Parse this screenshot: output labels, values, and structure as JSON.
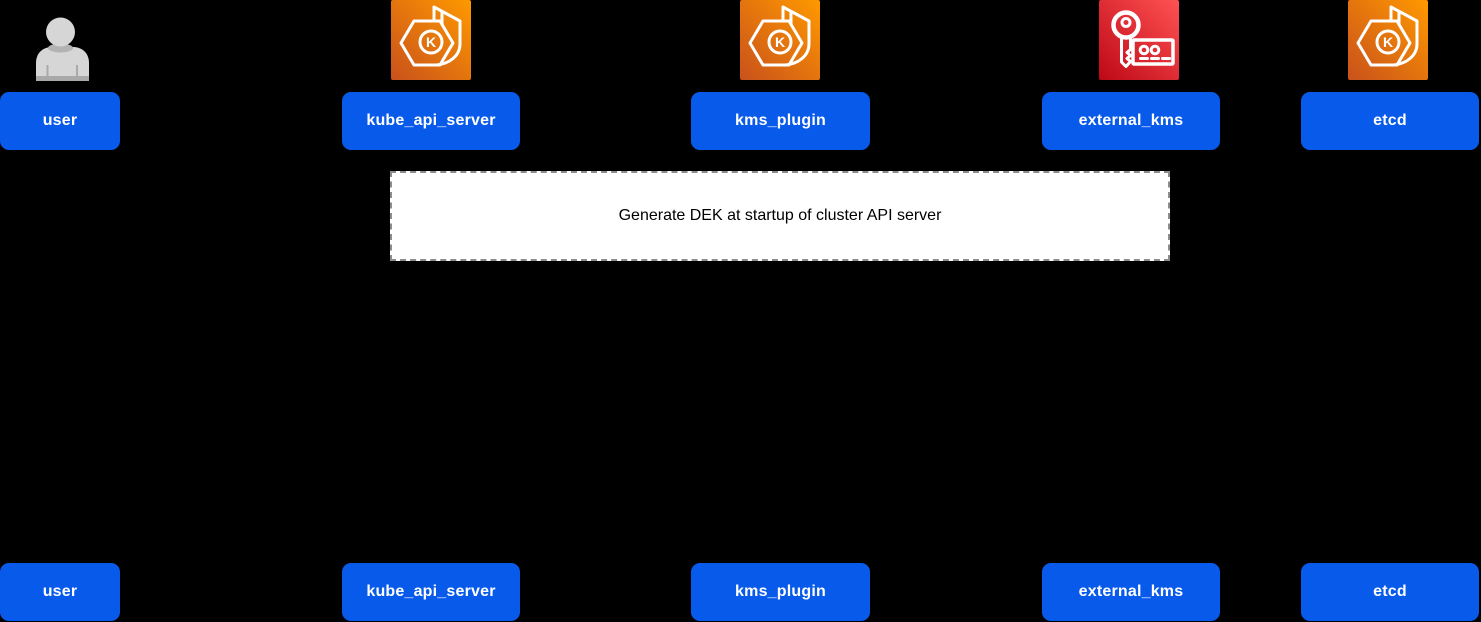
{
  "diagram_type": "sequence-diagram",
  "background_color": "#000000",
  "actors": [
    {
      "label": "user",
      "icon": "person-icon"
    },
    {
      "label": "kube_api_server",
      "icon": "kubernetes-eks-icon"
    },
    {
      "label": "kms_plugin",
      "icon": "kubernetes-eks-icon"
    },
    {
      "label": "external_kms",
      "icon": "aws-kms-key-icon"
    },
    {
      "label": "etcd",
      "icon": "kubernetes-eks-icon"
    }
  ],
  "note": {
    "text": "Generate DEK at startup of cluster API server"
  },
  "icon_letter": "K",
  "colors": {
    "actor_box_blue": "#085aeb",
    "actor_text": "#ffffff",
    "eks_gradient_dark": "#c8511b",
    "eks_gradient_light": "#ff9900",
    "kms_gradient_dark": "#bd0816",
    "kms_gradient_light": "#ff5252",
    "person_gray": "#d6d6d6",
    "person_gray_dark": "#a9a9a9",
    "note_background": "#ffffff",
    "note_border": "#8c8c8c",
    "note_text": "#000000"
  }
}
